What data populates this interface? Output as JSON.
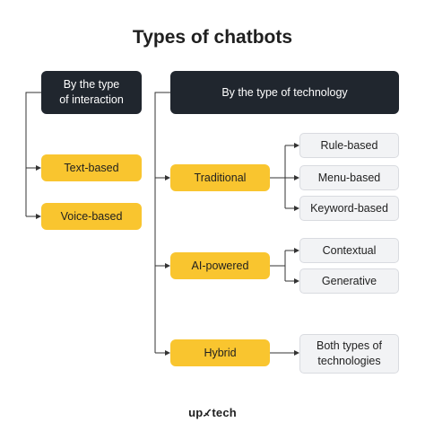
{
  "title": "Types of chatbots",
  "interaction": {
    "header_line1": "By the type",
    "header_line2": "of interaction",
    "items": [
      "Text-based",
      "Voice-based"
    ]
  },
  "technology": {
    "header": "By the type of technology",
    "traditional": {
      "label": "Traditional",
      "children": [
        "Rule-based",
        "Menu-based",
        "Keyword-based"
      ]
    },
    "ai_powered": {
      "label": "AI-powered",
      "children": [
        "Contextual",
        "Generative"
      ]
    },
    "hybrid": {
      "label": "Hybrid",
      "children_line1": "Both types of",
      "children_line2": "technologies"
    }
  },
  "logo": {
    "text_left": "up",
    "text_right": "tech",
    "icon": "swoosh-icon"
  },
  "colors": {
    "dark": "#20262e",
    "yellow": "#f9c52f",
    "light": "#f2f3f5"
  }
}
